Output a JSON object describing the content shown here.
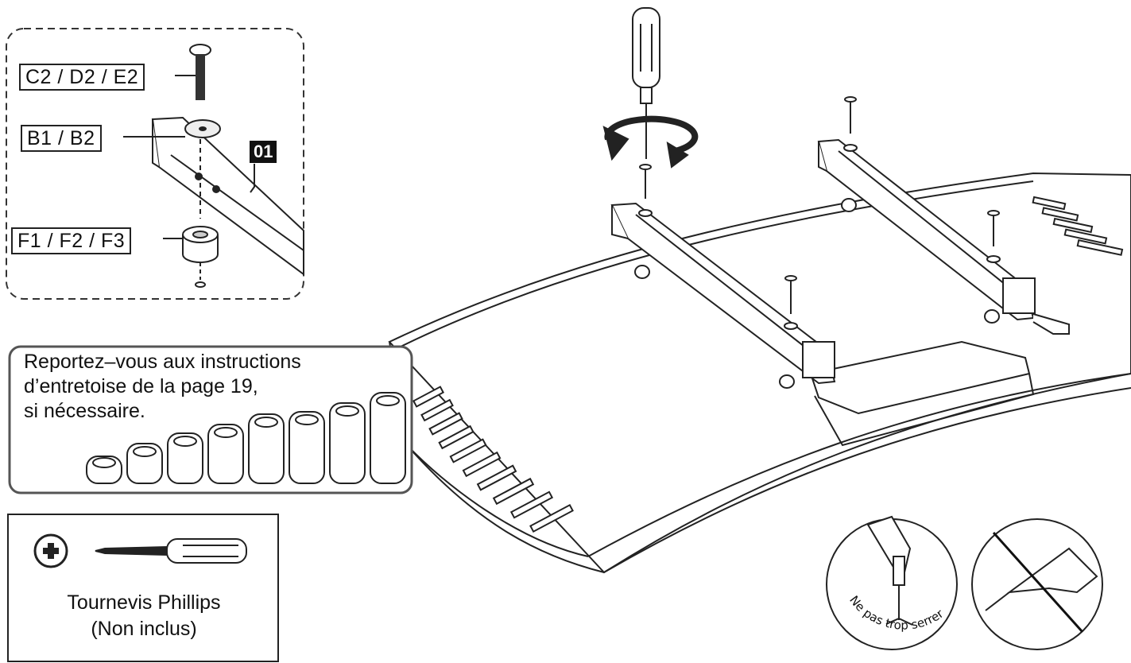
{
  "detail": {
    "labels": {
      "screw": "C2 / D2 / E2",
      "washer": "B1 / B2",
      "spacer": "F1 / F2 / F3"
    },
    "part_badge": "01"
  },
  "spacer_note": {
    "lines": [
      "Reportez–vous aux instructions",
      "d’entretoise de la page 19,",
      "si nécessaire."
    ]
  },
  "tool": {
    "icon": "phillips-plus-icon",
    "lines": [
      "Tournevis Phillips",
      "(Non inclus)"
    ]
  },
  "warning": {
    "text": "Ne pas trop serrer"
  }
}
